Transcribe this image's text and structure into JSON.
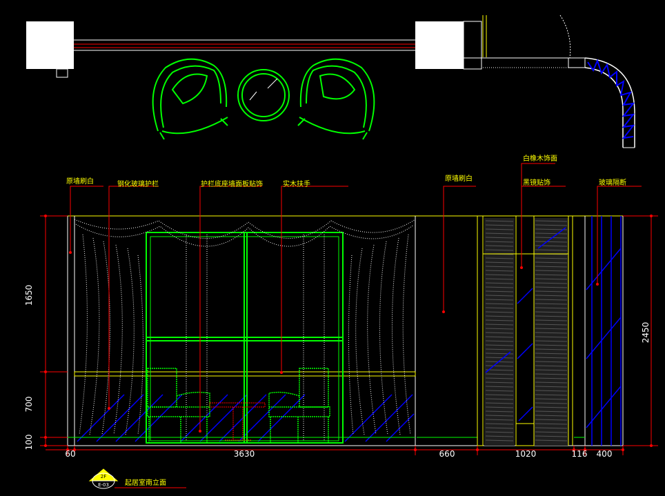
{
  "labels": {
    "wall_white_left": "原墙刷白",
    "glass_rail": "钢化玻璃护栏",
    "rail_finish": "护栏底座墙面板贴饰",
    "handrail": "实木扶手",
    "wall_white_right": "原墙刷白",
    "white_oak": "白橡木饰面",
    "black_mirror": "黑镜贴饰",
    "glass_partition": "玻璃隔断"
  },
  "dimensions": {
    "h1650": "1650",
    "h700": "700",
    "h100": "100",
    "h2450": "2450",
    "w60": "60",
    "w3630": "3630",
    "w660": "660",
    "w1020": "1020",
    "w116": "116",
    "w400": "400"
  },
  "drawing_tag": {
    "floor": "2F",
    "sheet": "E-03"
  },
  "drawing_title": "起居室南立面",
  "colors": {
    "label_yellow": "#ffff00",
    "furniture_green": "#00ff00",
    "dim_red": "#ff0000",
    "hatch_blue": "#0000ff",
    "line_white": "#ffffff"
  }
}
